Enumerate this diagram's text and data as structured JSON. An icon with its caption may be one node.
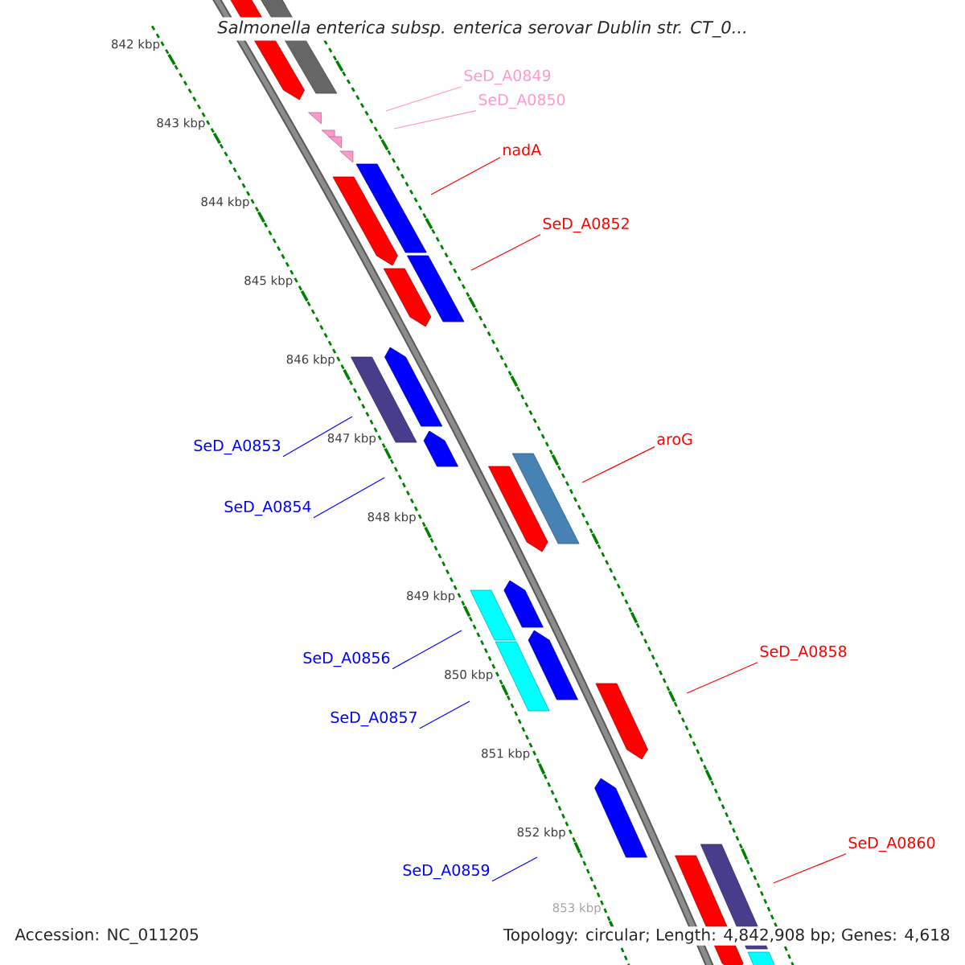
{
  "diagram": {
    "title": "Salmonella enterica subsp. enterica serovar Dublin str. CT_0...",
    "nodes": [
      {
        "text": [
          "SeD_A0849"
        ]
      },
      {
        "text": [
          "SeD_A0850"
        ]
      },
      {
        "text": [
          "nadA"
        ]
      },
      {
        "text": [
          "SeD_A0852"
        ]
      },
      {
        "text": [
          "aroG"
        ]
      },
      {
        "text": [
          "SeD_A0853"
        ]
      },
      {
        "text": [
          "SeD_A0854"
        ]
      },
      {
        "text": [
          "SeD_A0858"
        ]
      },
      {
        "text": [
          "SeD_A0856"
        ]
      },
      {
        "text": [
          "SeD_A0857"
        ]
      },
      {
        "text": [
          "SeD_A0860"
        ]
      },
      {
        "text": [
          "SeD_A0859"
        ]
      }
    ],
    "edges": [
      {
        "from": 0,
        "to": null,
        "arrow": "none",
        "color": "#ff99cc"
      },
      {
        "from": 1,
        "to": null,
        "arrow": "none",
        "color": "#ff99cc"
      },
      {
        "from": 2,
        "to": null,
        "arrow": "none",
        "color": "#ff0000"
      },
      {
        "from": 3,
        "to": null,
        "arrow": "none",
        "color": "#ff0000"
      },
      {
        "from": 4,
        "to": null,
        "arrow": "none",
        "color": "#ff0000"
      },
      {
        "from": 5,
        "to": null,
        "arrow": "none",
        "color": "#0000ff"
      },
      {
        "from": 6,
        "to": null,
        "arrow": "none",
        "color": "#0000ff"
      },
      {
        "from": 7,
        "to": null,
        "arrow": "none",
        "color": "#ff0000"
      },
      {
        "from": 8,
        "to": null,
        "arrow": "none",
        "color": "#0000ff"
      },
      {
        "from": 9,
        "to": null,
        "arrow": "none",
        "color": "#0000ff"
      },
      {
        "from": 10,
        "to": null,
        "arrow": "none",
        "color": "#ff0000"
      },
      {
        "from": 11,
        "to": null,
        "arrow": "none",
        "color": "#0000ff"
      }
    ],
    "labels": [
      "842 kbp",
      "843 kbp",
      "844 kbp",
      "845 kbp",
      "846 kbp",
      "847 kbp",
      "848 kbp",
      "849 kbp",
      "850 kbp",
      "851 kbp",
      "852 kbp",
      "853 kbp",
      "Accession: NC_011205",
      "Topology: circular; Length: 4,842,908 bp; Genes: 4,618"
    ]
  }
}
